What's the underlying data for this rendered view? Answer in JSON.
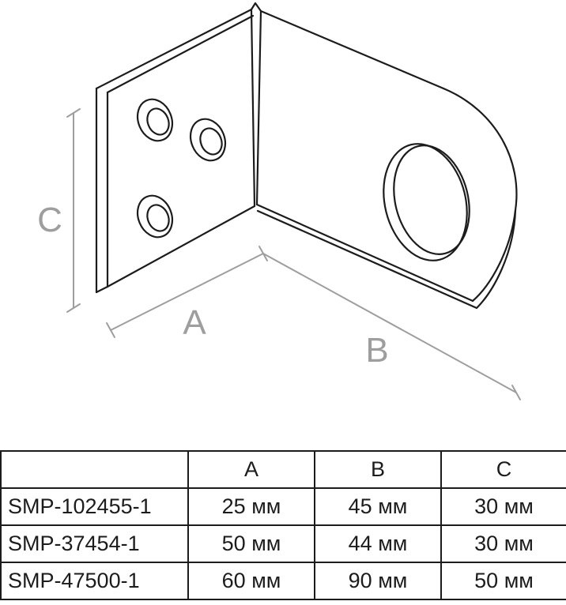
{
  "colors": {
    "ink": "#1c1c1c",
    "dim": "#9e9e9e",
    "bg": "#ffffff"
  },
  "diagram": {
    "description": "isometric-line-drawing-of-angle-bracket",
    "labels": {
      "a": "A",
      "b": "B",
      "c": "C"
    }
  },
  "table": {
    "headers": [
      "",
      "A",
      "B",
      "C"
    ],
    "rows": [
      {
        "model": "SMP-102455-1",
        "a": "25 мм",
        "b": "45 мм",
        "c": "30 мм"
      },
      {
        "model": "SMP-37454-1",
        "a": "50 мм",
        "b": "44 мм",
        "c": "30 мм"
      },
      {
        "model": "SMP-47500-1",
        "a": "60 мм",
        "b": "90 мм",
        "c": "50 мм"
      }
    ]
  }
}
